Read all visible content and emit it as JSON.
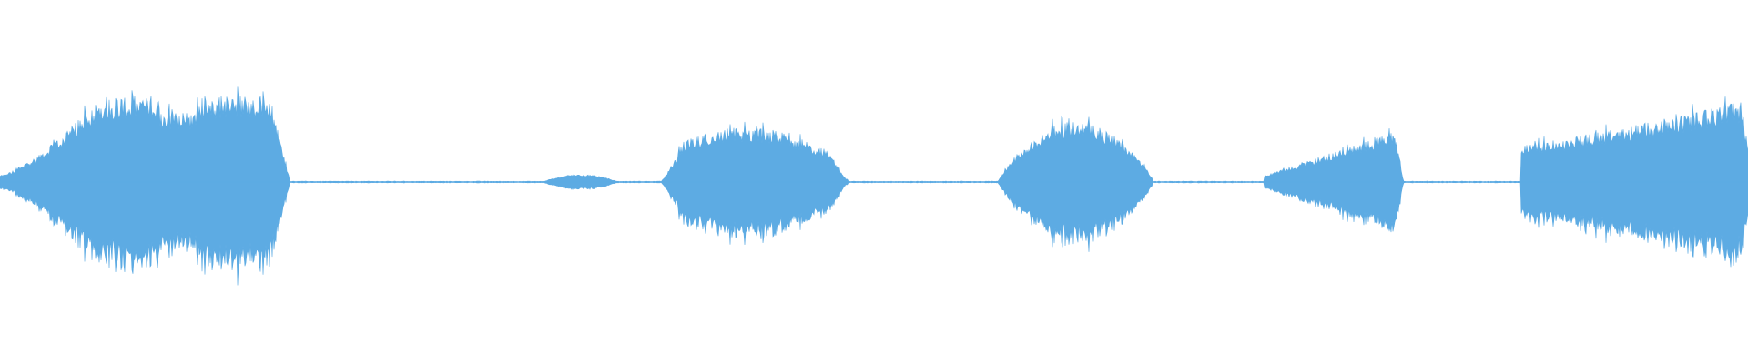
{
  "waveform": {
    "color": "#5dabe3",
    "background": "#ffffff",
    "duration_fraction_visible": 1.0,
    "segments": [
      {
        "start": 0.0,
        "end": 0.166,
        "peak": 0.44,
        "shape": "swell-double"
      },
      {
        "start": 0.31,
        "end": 0.354,
        "peak": 0.04,
        "shape": "soft-bump"
      },
      {
        "start": 0.378,
        "end": 0.485,
        "peak": 0.28,
        "shape": "plateau"
      },
      {
        "start": 0.571,
        "end": 0.66,
        "peak": 0.31,
        "shape": "dome"
      },
      {
        "start": 0.723,
        "end": 0.803,
        "peak": 0.27,
        "shape": "ramp-up"
      },
      {
        "start": 0.87,
        "end": 1.0,
        "peak": 0.42,
        "shape": "ramp-up-long"
      }
    ],
    "baseline_noise": 0.003
  }
}
